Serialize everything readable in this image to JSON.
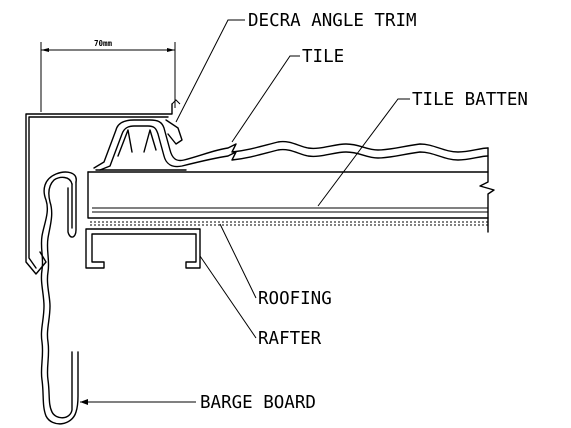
{
  "labels": {
    "decra_angle_trim": "DECRA ANGLE TRIM",
    "tile": "TILE",
    "tile_batten": "TILE BATTEN",
    "roofing": "ROOFING",
    "rafter": "RAFTER",
    "barge_board": "BARGE BOARD",
    "dimension": "70mm"
  }
}
